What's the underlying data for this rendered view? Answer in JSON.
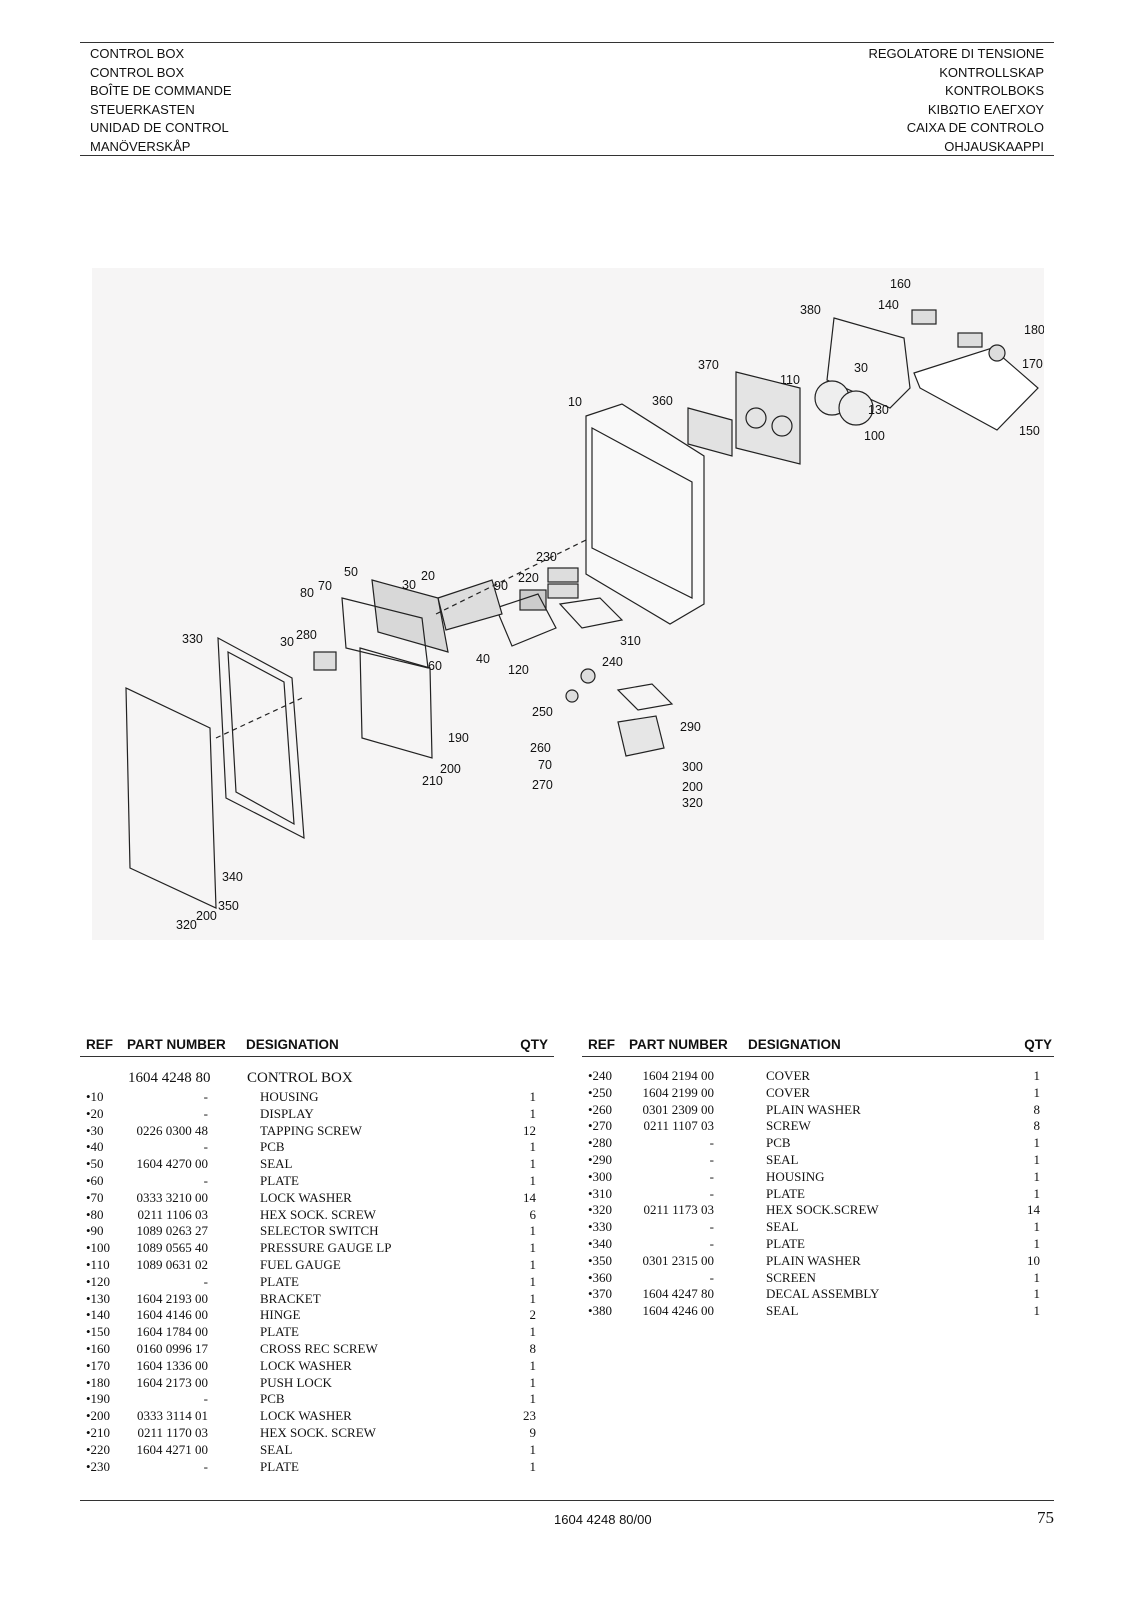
{
  "header": {
    "left": [
      "CONTROL BOX",
      "CONTROL BOX",
      "BOÎTE DE COMMANDE",
      "STEUERKASTEN",
      "UNIDAD DE CONTROL",
      "MANÖVERSKÅP"
    ],
    "right": [
      "REGOLATORE DI TENSIONE",
      "KONTROLLSKAP",
      "KONTROLBOKS",
      "ΚΙΒΩΤΙΟ ΕΛΕΓΧΟΥ",
      "CAIXA DE CONTROLO",
      "OHJAUSKAAPPI"
    ]
  },
  "diagram": {
    "labels": [
      "160",
      "140",
      "380",
      "180",
      "170",
      "370",
      "110",
      "30",
      "130",
      "100",
      "150",
      "10",
      "360",
      "230",
      "220",
      "50",
      "20",
      "90",
      "80",
      "70",
      "30",
      "330",
      "30",
      "280",
      "60",
      "40",
      "120",
      "310",
      "240",
      "250",
      "290",
      "190",
      "260",
      "70",
      "270",
      "200",
      "210",
      "300",
      "200",
      "320",
      "340",
      "350",
      "200",
      "320"
    ]
  },
  "table": {
    "headers": {
      "ref": "REF",
      "part_number": "PART NUMBER",
      "designation": "DESIGNATION",
      "qty": "QTY"
    },
    "assembly": {
      "part_number": "1604 4248 80",
      "designation": "CONTROL BOX"
    },
    "left_rows": [
      {
        "ref": "•10",
        "pn": "-",
        "des": "HOUSING",
        "qty": "1"
      },
      {
        "ref": "•20",
        "pn": "-",
        "des": "DISPLAY",
        "qty": "1"
      },
      {
        "ref": "•30",
        "pn": "0226 0300 48",
        "des": "TAPPING SCREW",
        "qty": "12"
      },
      {
        "ref": "•40",
        "pn": "-",
        "des": "PCB",
        "qty": "1"
      },
      {
        "ref": "•50",
        "pn": "1604 4270 00",
        "des": "SEAL",
        "qty": "1"
      },
      {
        "ref": "•60",
        "pn": "-",
        "des": "PLATE",
        "qty": "1"
      },
      {
        "ref": "•70",
        "pn": "0333 3210 00",
        "des": "LOCK WASHER",
        "qty": "14"
      },
      {
        "ref": "•80",
        "pn": "0211 1106 03",
        "des": "HEX SOCK. SCREW",
        "qty": "6"
      },
      {
        "ref": "•90",
        "pn": "1089 0263 27",
        "des": "SELECTOR SWITCH",
        "qty": "1"
      },
      {
        "ref": "•100",
        "pn": "1089 0565 40",
        "des": "PRESSURE GAUGE LP",
        "qty": "1"
      },
      {
        "ref": "•110",
        "pn": "1089 0631 02",
        "des": "FUEL GAUGE",
        "qty": "1"
      },
      {
        "ref": "•120",
        "pn": "-",
        "des": "PLATE",
        "qty": "1"
      },
      {
        "ref": "•130",
        "pn": "1604 2193 00",
        "des": "BRACKET",
        "qty": "1"
      },
      {
        "ref": "•140",
        "pn": "1604 4146 00",
        "des": "HINGE",
        "qty": "2"
      },
      {
        "ref": "•150",
        "pn": "1604 1784 00",
        "des": "PLATE",
        "qty": "1"
      },
      {
        "ref": "•160",
        "pn": "0160 0996 17",
        "des": "CROSS REC SCREW",
        "qty": "8"
      },
      {
        "ref": "•170",
        "pn": "1604 1336 00",
        "des": "LOCK WASHER",
        "qty": "1"
      },
      {
        "ref": "•180",
        "pn": "1604 2173 00",
        "des": "PUSH LOCK",
        "qty": "1"
      },
      {
        "ref": "•190",
        "pn": "-",
        "des": "PCB",
        "qty": "1"
      },
      {
        "ref": "•200",
        "pn": "0333 3114 01",
        "des": "LOCK WASHER",
        "qty": "23"
      },
      {
        "ref": "•210",
        "pn": "0211 1170 03",
        "des": "HEX SOCK. SCREW",
        "qty": "9"
      },
      {
        "ref": "•220",
        "pn": "1604 4271 00",
        "des": "SEAL",
        "qty": "1"
      },
      {
        "ref": "•230",
        "pn": "-",
        "des": "PLATE",
        "qty": "1"
      }
    ],
    "right_rows": [
      {
        "ref": "•240",
        "pn": "1604 2194 00",
        "des": "COVER",
        "qty": "1"
      },
      {
        "ref": "•250",
        "pn": "1604 2199 00",
        "des": "COVER",
        "qty": "1"
      },
      {
        "ref": "•260",
        "pn": "0301 2309 00",
        "des": "PLAIN WASHER",
        "qty": "8"
      },
      {
        "ref": "•270",
        "pn": "0211 1107 03",
        "des": "SCREW",
        "qty": "8"
      },
      {
        "ref": "•280",
        "pn": "-",
        "des": "PCB",
        "qty": "1"
      },
      {
        "ref": "•290",
        "pn": "-",
        "des": "SEAL",
        "qty": "1"
      },
      {
        "ref": "•300",
        "pn": "-",
        "des": "HOUSING",
        "qty": "1"
      },
      {
        "ref": "•310",
        "pn": "-",
        "des": "PLATE",
        "qty": "1"
      },
      {
        "ref": "•320",
        "pn": "0211 1173 03",
        "des": "HEX SOCK.SCREW",
        "qty": "14"
      },
      {
        "ref": "•330",
        "pn": "-",
        "des": "SEAL",
        "qty": "1"
      },
      {
        "ref": "•340",
        "pn": "-",
        "des": "PLATE",
        "qty": "1"
      },
      {
        "ref": "•350",
        "pn": "0301 2315 00",
        "des": "PLAIN WASHER",
        "qty": "10"
      },
      {
        "ref": "•360",
        "pn": "-",
        "des": "SCREEN",
        "qty": "1"
      },
      {
        "ref": "•370",
        "pn": "1604 4247 80",
        "des": "DECAL ASSEMBLY",
        "qty": "1"
      },
      {
        "ref": "•380",
        "pn": "1604 4246 00",
        "des": "SEAL",
        "qty": "1"
      }
    ]
  },
  "footer": {
    "doc_number": "1604 4248 80/00",
    "page_number": "75"
  }
}
